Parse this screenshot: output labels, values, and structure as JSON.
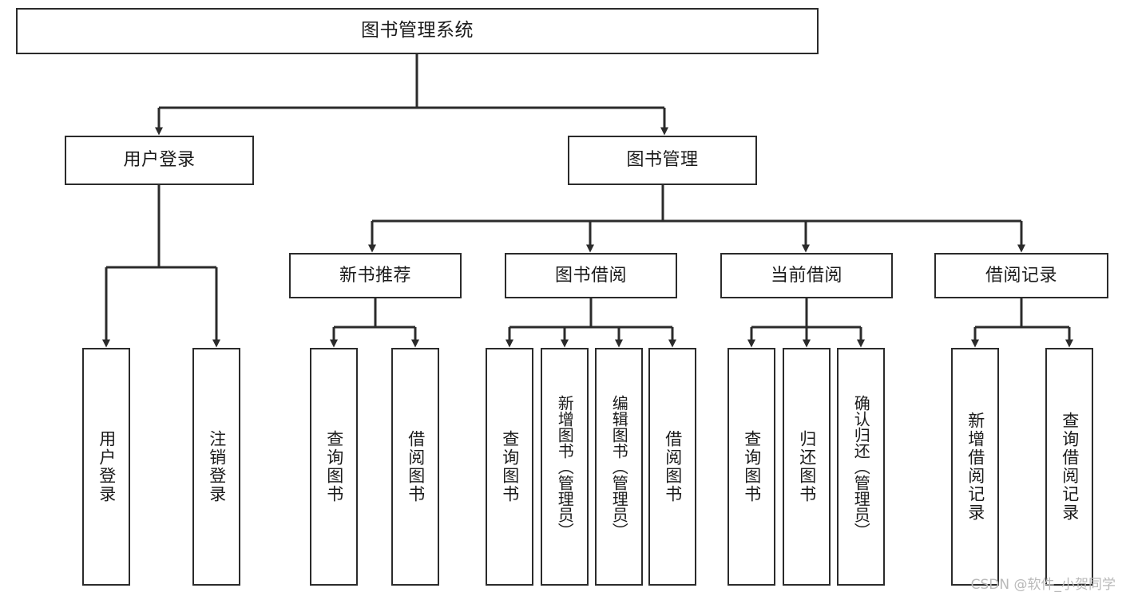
{
  "diagram": {
    "title": "图书管理系统",
    "type": "tree",
    "levels": 4,
    "root": {
      "label": "图书管理系统"
    },
    "level2": [
      {
        "label": "用户登录"
      },
      {
        "label": "图书管理"
      }
    ],
    "level3": [
      {
        "label": "新书推荐"
      },
      {
        "label": "图书借阅"
      },
      {
        "label": "当前借阅"
      },
      {
        "label": "借阅记录"
      }
    ],
    "leaves": {
      "user_login": [
        {
          "label": "用户登录"
        },
        {
          "label": "注销登录"
        }
      ],
      "new_book_recommend": [
        {
          "label": "查询图书"
        },
        {
          "label": "借阅图书"
        }
      ],
      "book_borrow": [
        {
          "label": "查询图书"
        },
        {
          "label": "新增图书（管理员）"
        },
        {
          "label": "编辑图书（管理员）"
        },
        {
          "label": "借阅图书"
        }
      ],
      "current_borrow": [
        {
          "label": "查询图书"
        },
        {
          "label": "归还图书"
        },
        {
          "label": "确认归还（管理员）"
        }
      ],
      "borrow_records": [
        {
          "label": "新增借阅记录"
        },
        {
          "label": "查询借阅记录"
        }
      ]
    }
  },
  "watermark": {
    "text": "CSDN @软件_小贺同学"
  },
  "colors": {
    "background": "#ffffff",
    "border": "#2b2b2b",
    "text": "#1b1b1b",
    "connector": "#2b2b2b",
    "watermark": "#b9b9b9"
  }
}
